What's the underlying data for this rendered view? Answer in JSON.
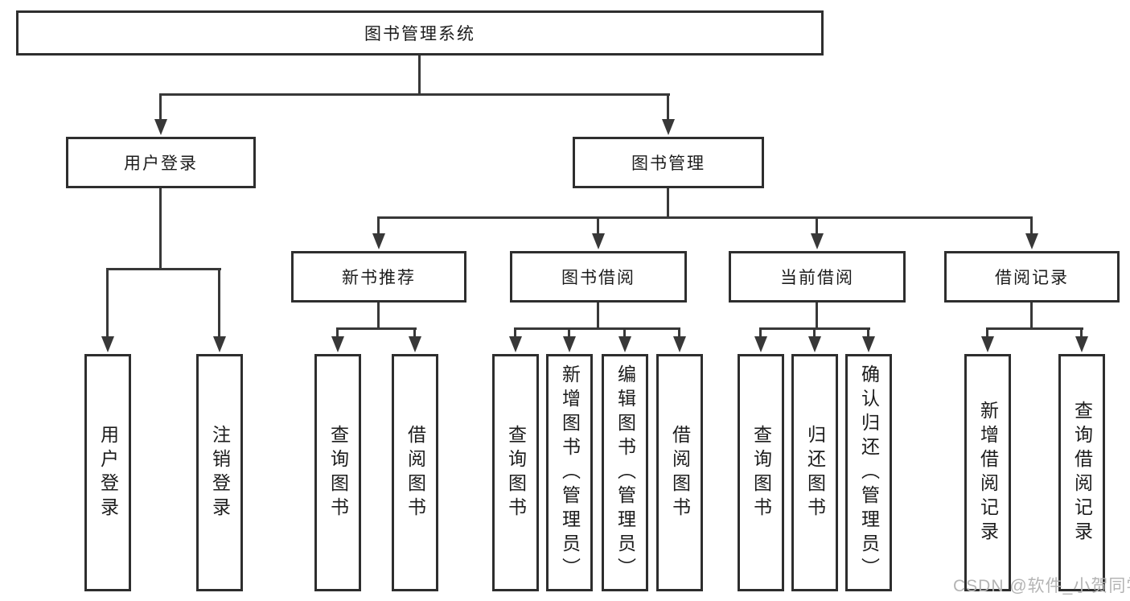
{
  "diagram": {
    "root": "图书管理系统",
    "level2": {
      "user_login": "用户登录",
      "book_mgmt": "图书管理"
    },
    "level3": {
      "new_books": "新书推荐",
      "borrow": "图书借阅",
      "current": "当前借阅",
      "records": "借阅记录"
    },
    "leaves": {
      "login": "用户登录",
      "logout": "注销登录",
      "nb_query": "查询图书",
      "nb_borrow": "借阅图书",
      "bw_query": "查询图书",
      "bw_add": "新增图书（管理员）",
      "bw_edit": "编辑图书（管理员）",
      "bw_borrow": "借阅图书",
      "cur_query": "查询图书",
      "cur_return": "归还图书",
      "cur_confirm": "确认归还（管理员）",
      "rec_add": "新增借阅记录",
      "rec_query": "查询借阅记录"
    }
  },
  "watermark": {
    "text": "CSDN @软件_小贺同学"
  },
  "colors": {
    "line": "#383838",
    "border": "#2e2e2e",
    "text": "#1c1c1c",
    "bg": "#ffffff",
    "watermark": "#b4b4b4"
  }
}
